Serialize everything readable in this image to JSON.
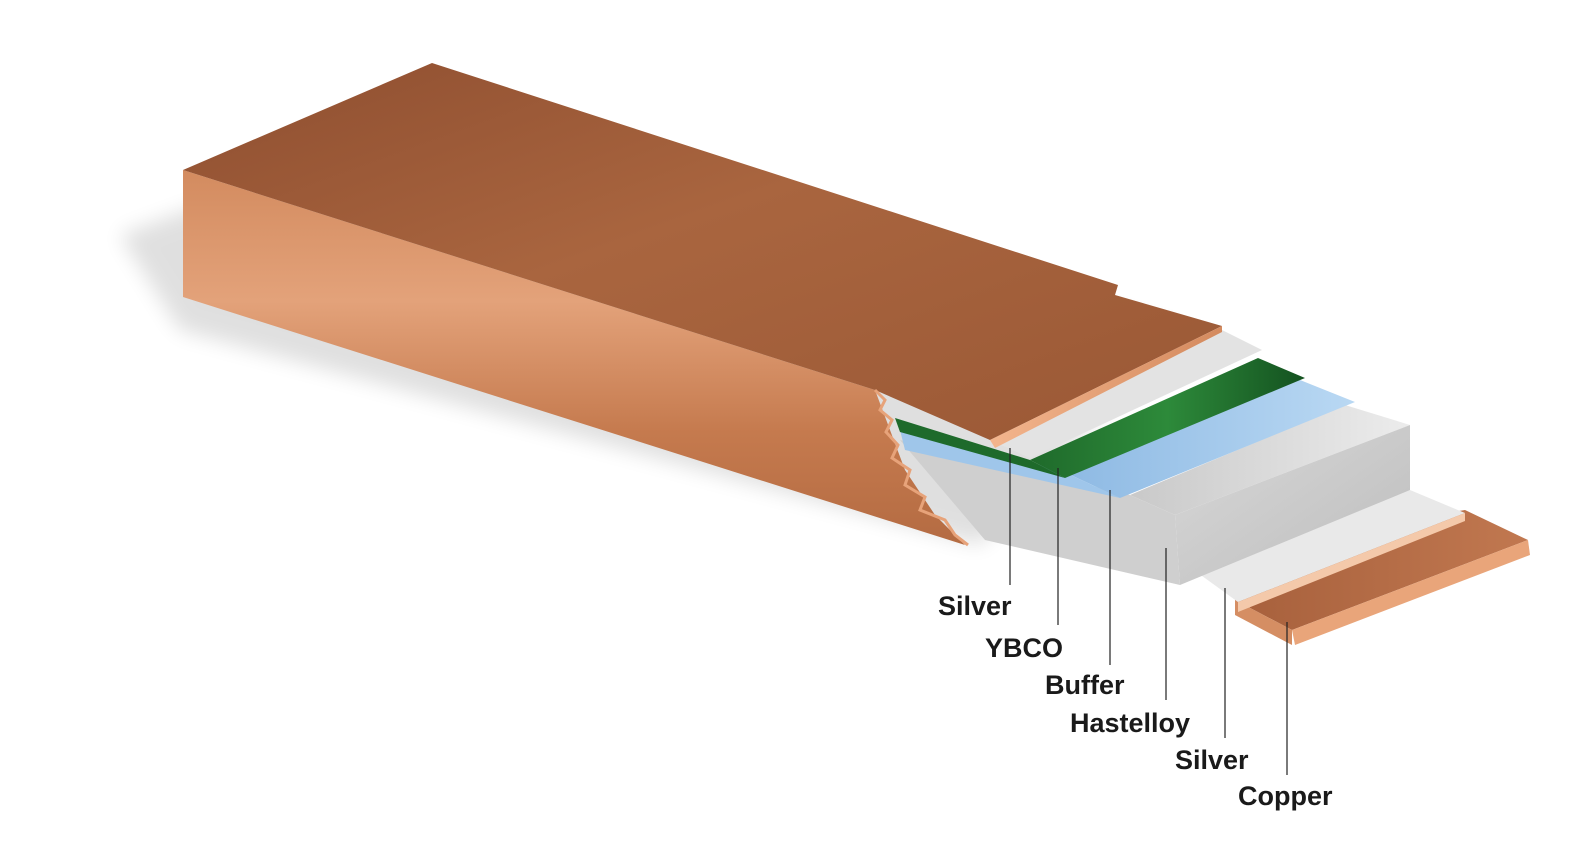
{
  "layers": [
    {
      "label": "Silver"
    },
    {
      "label": "YBCO"
    },
    {
      "label": "Buffer"
    },
    {
      "label": "Hastelloy"
    },
    {
      "label": "Silver"
    },
    {
      "label": "Copper"
    }
  ],
  "colors": {
    "copper_top": "#a5603a",
    "copper_front": "#c9825a",
    "copper_edge": "#e8a77d",
    "silver": "#e6e6e6",
    "ybco": "#1d6a2a",
    "buffer": "#a9cdee",
    "hastelloy": "#d9d9d9"
  }
}
